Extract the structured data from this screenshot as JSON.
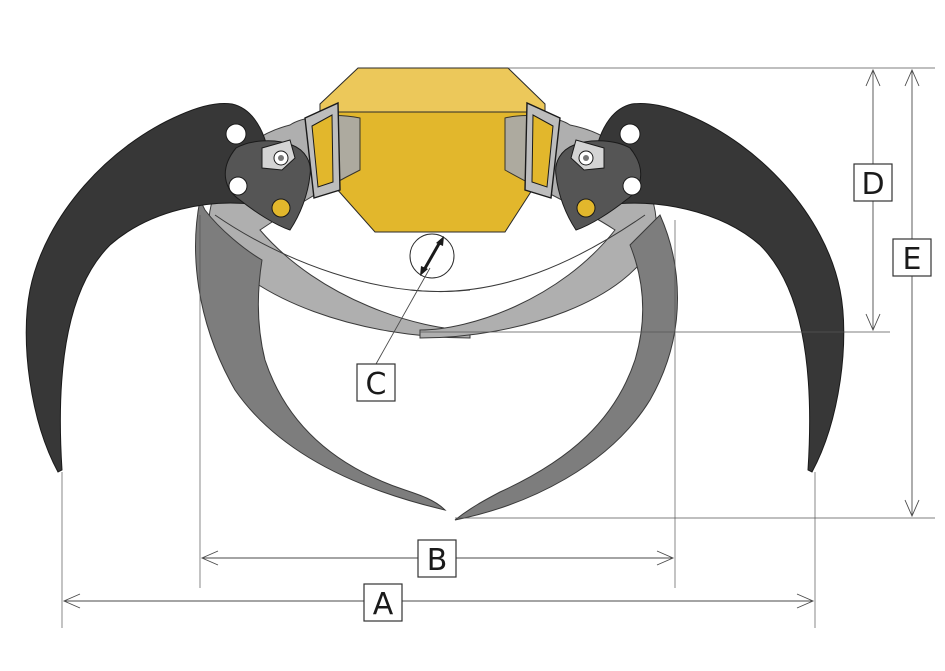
{
  "labels": {
    "A": "A",
    "B": "B",
    "C": "C",
    "D": "D",
    "E": "E"
  },
  "colors": {
    "housing_top": "#ecc85a",
    "housing_body": "#e2b72c",
    "open_claw": "#373737",
    "closed_claw_dark": "#707070",
    "closed_claw_light": "#a7a7a7",
    "outline": "#2a2a2a"
  },
  "icons": {
    "rotation": "double-arrow-rotation-icon"
  }
}
